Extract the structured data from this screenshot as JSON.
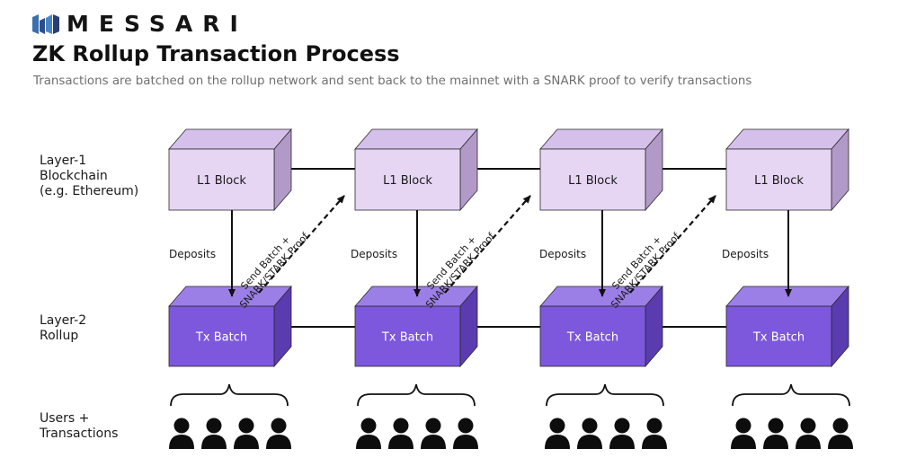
{
  "brand": {
    "name": "MESSARI",
    "logo_icon": "messari-logo-icon"
  },
  "header": {
    "title": "ZK Rollup Transaction Process",
    "subtitle": "Transactions are batched on the rollup network and sent back to the mainnet with a SNARK proof to verify transactions"
  },
  "rows": {
    "layer1": [
      "Layer-1",
      "Blockchain",
      "(e.g. Ethereum)"
    ],
    "layer2": [
      "Layer-2",
      "Rollup"
    ],
    "users": [
      "Users +",
      "Transactions"
    ]
  },
  "columns": [
    {
      "l1_label": "L1 Block",
      "deposits_label": "Deposits",
      "l2_label": "Tx Batch",
      "send_label": [
        "Send Batch +",
        "SNARK/STARK Proof"
      ]
    },
    {
      "l1_label": "L1 Block",
      "deposits_label": "Deposits",
      "l2_label": "Tx Batch",
      "send_label": [
        "Send Batch +",
        "SNARK/STARK Proof"
      ]
    },
    {
      "l1_label": "L1 Block",
      "deposits_label": "Deposits",
      "l2_label": "Tx Batch",
      "send_label": [
        "Send Batch +",
        "SNARK/STARK Proof"
      ]
    },
    {
      "l1_label": "L1 Block",
      "deposits_label": "Deposits",
      "l2_label": "Tx Batch",
      "send_label": null
    }
  ],
  "colors": {
    "l1_front": "#e6d6f4",
    "l1_top": "#d5c0ec",
    "l1_side": "#b29ac8",
    "l2_front": "#7d57dc",
    "l2_top": "#9c7fe6",
    "l2_side": "#5a3cb0",
    "edge": "#2a2a2a",
    "users": "#0d0d0d"
  },
  "icons": {
    "user": "user-icon",
    "brace": "curly-brace-icon"
  }
}
